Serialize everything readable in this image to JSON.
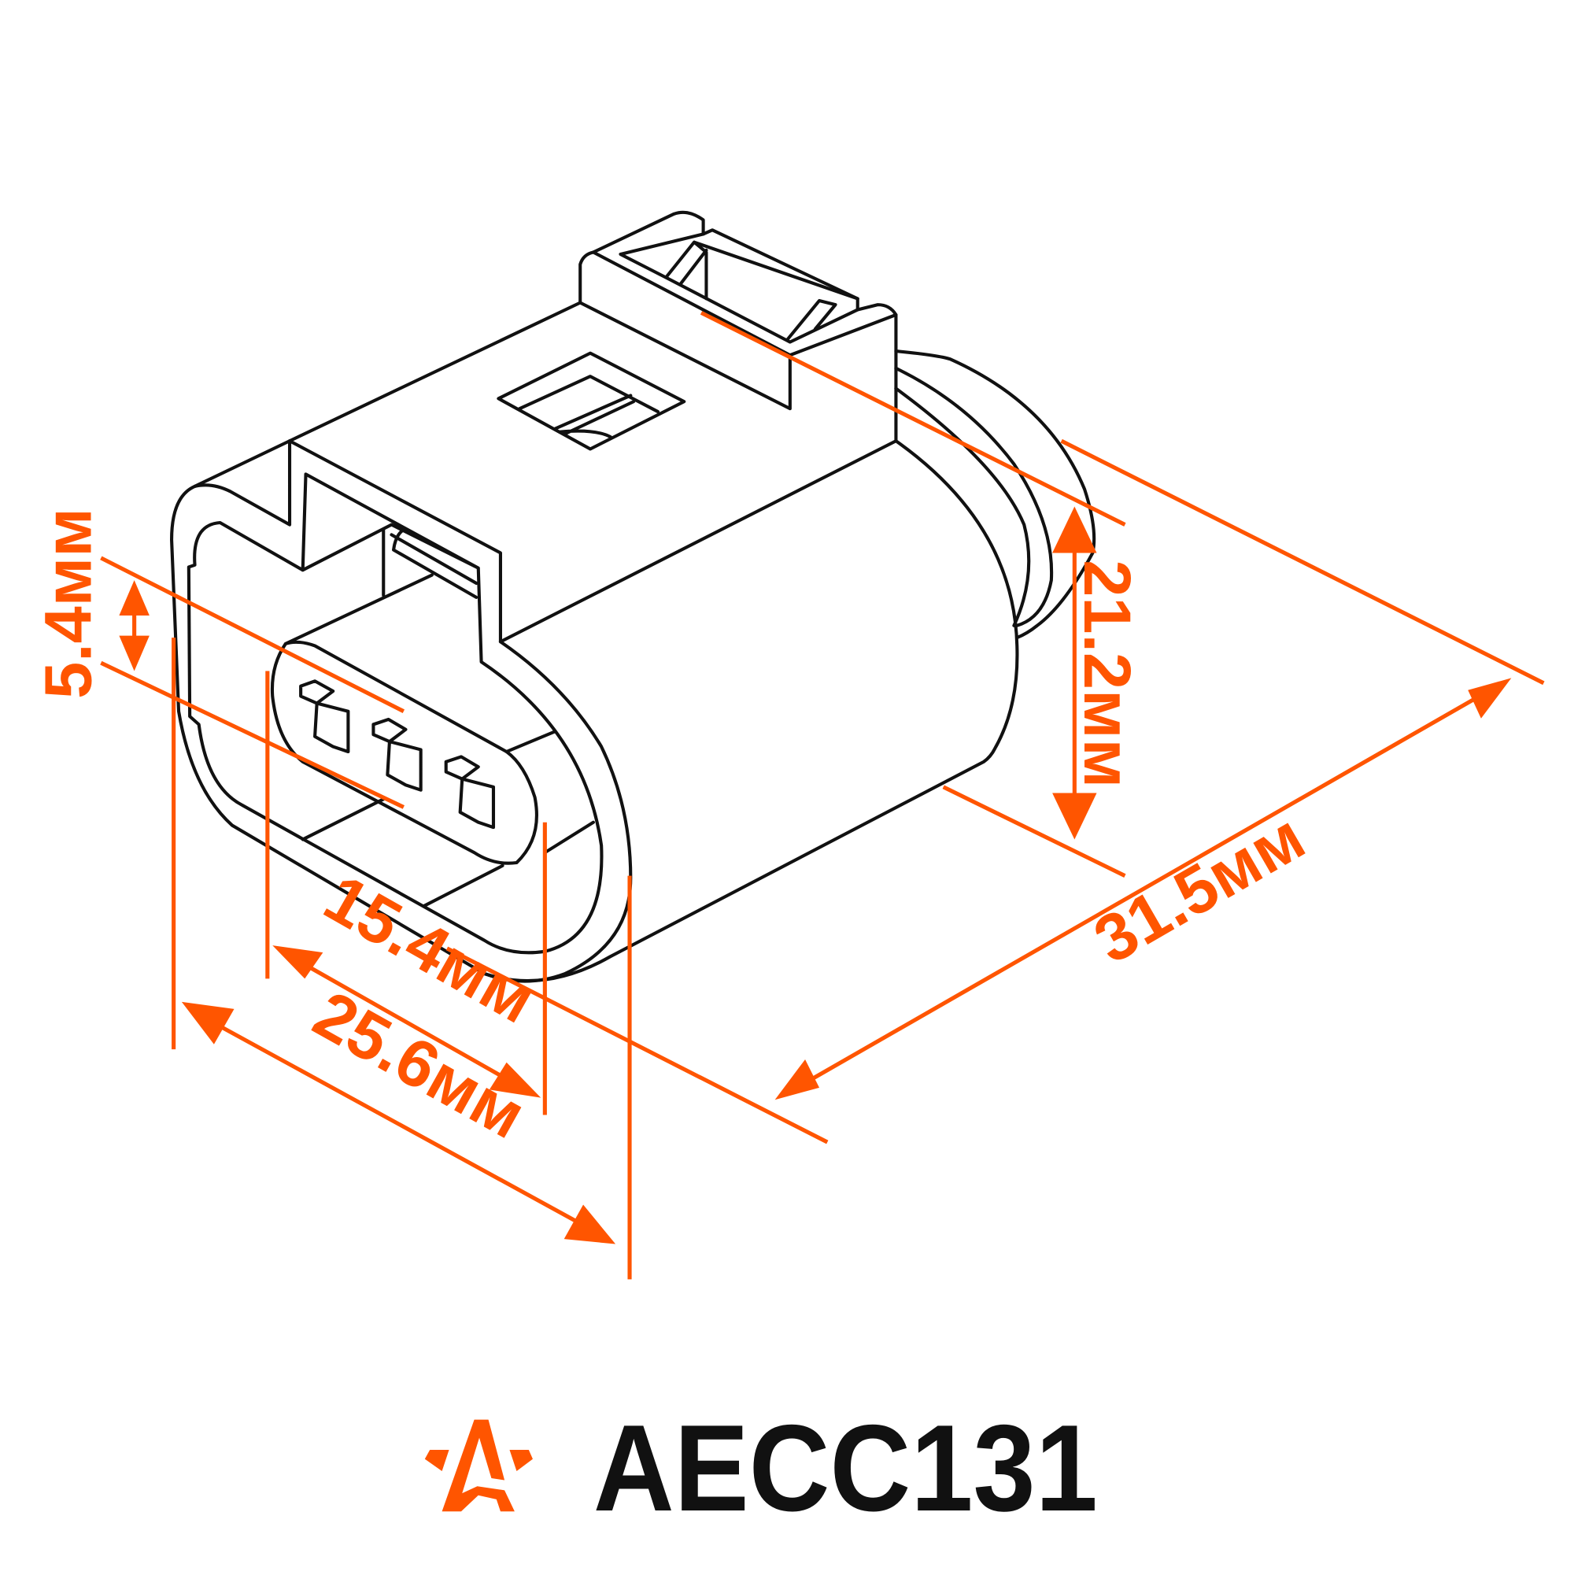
{
  "title": "AECC131",
  "accent_color": "#ff5500",
  "logo": {
    "name": "star-a-logo"
  },
  "dimensions": {
    "height_small": "5.4мм",
    "height": "21.2мм",
    "length": "31.5мм",
    "inner_width": "15.4мм",
    "outer_width": "25.6мм"
  }
}
